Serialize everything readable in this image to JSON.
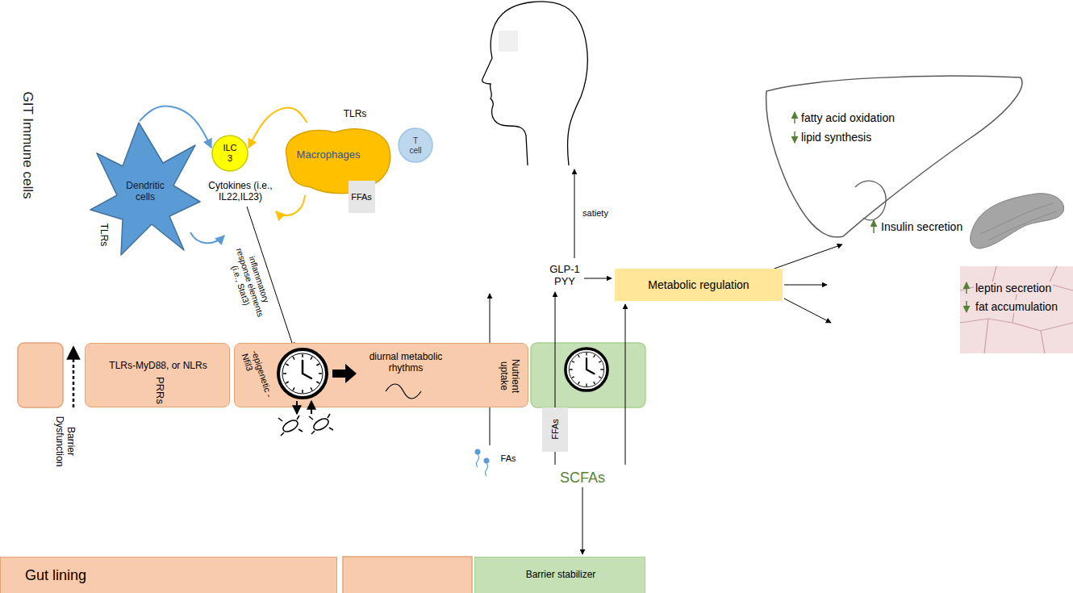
{
  "diagram": {
    "nodes": [
      {
        "text": [
          "Dendritic cells"
        ]
      },
      {
        "text": [
          "ILC 3"
        ]
      },
      {
        "text": [
          "Macrophages"
        ]
      },
      {
        "text": [
          "FFAs"
        ],
        "in": 2
      },
      {
        "text": [
          "T cell"
        ]
      },
      {
        "text": [
          "TLRs-MyD88, or NLRs",
          "PRRs"
        ]
      },
      {
        "text": [
          "-epigenetic -Nfil3",
          "diurnal metabolic rhythms",
          "Nutrient uptake"
        ]
      },
      {
        "text": [
          "FFAs"
        ]
      },
      {
        "text": [
          "Metabolic regulation"
        ]
      },
      {
        "text": [
          "fatty acid oxidation",
          "lipid synthesis"
        ]
      },
      {
        "text": [
          "Gut lining"
        ]
      },
      {
        "text": [
          "Barrier stabilizer"
        ]
      }
    ],
    "edges": [
      {
        "from": 0,
        "to": 1,
        "arrow": "to"
      },
      {
        "from": 2,
        "to": 1,
        "arrow": "to"
      },
      {
        "from": 8,
        "to": 9,
        "arrow": "to"
      }
    ],
    "labels": [
      "GIT Immune cells",
      "TLRs",
      "Cytokines (i.e., IL22,IL23)",
      "TLRs",
      "inflammatory response elements (i.e., Stat3)",
      "Barrier Dysfunction",
      "FAs",
      "SCFAs",
      "satiety",
      "GLP-1 PYY",
      "Insulin secretion",
      "leptin secretion",
      "fat accumulation"
    ]
  }
}
